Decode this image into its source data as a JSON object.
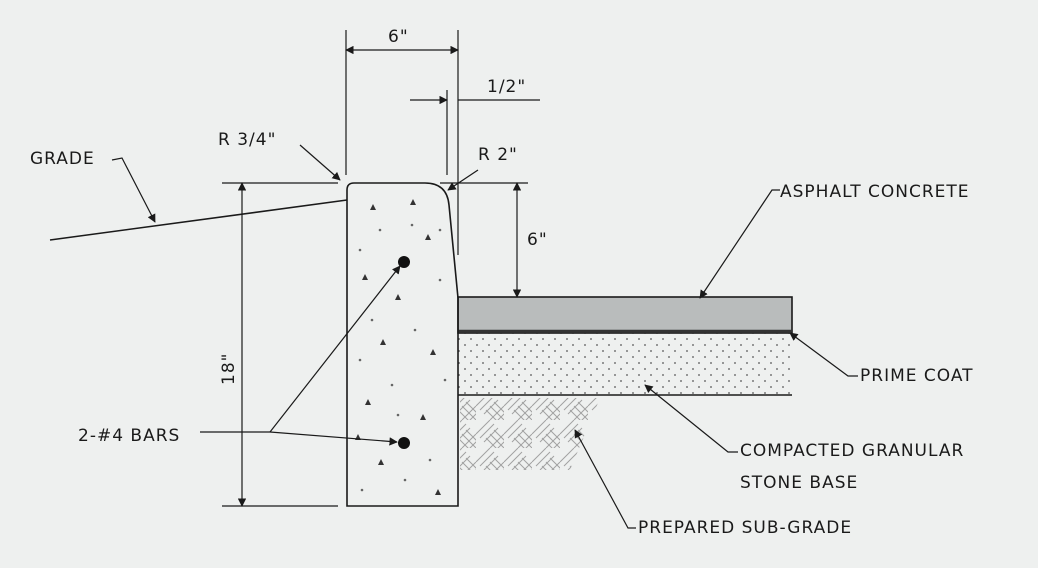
{
  "dimensions": {
    "top_width": "6\"",
    "setback": "1/2\"",
    "curb_reveal": "6\"",
    "curb_height": "18\""
  },
  "radii": {
    "back_radius": "R 3/4\"",
    "face_radius": "R 2\""
  },
  "labels": {
    "grade": "GRADE",
    "asphalt_concrete": "ASPHALT CONCRETE",
    "prime_coat": "PRIME COAT",
    "base_line1": "COMPACTED GRANULAR",
    "base_line2": "STONE BASE",
    "subgrade": "PREPARED SUB-GRADE",
    "bars": "2-#4 BARS"
  }
}
